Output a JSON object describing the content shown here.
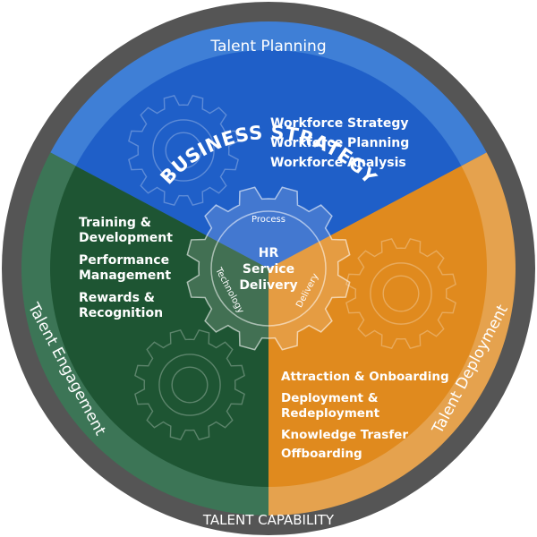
{
  "outer_ring": {
    "top_label": "BUSINESS STRATEGY",
    "bottom_label": "TALENT CAPABILITY",
    "color": "#555555"
  },
  "sectors": {
    "planning": {
      "name": "Talent Planning",
      "color": "#1F5FC8",
      "band_color": "#3F7FD6",
      "items": [
        "Workforce Strategy",
        "Workforce Planning",
        "Workforce Analysis"
      ]
    },
    "engagement": {
      "name": "Talent Engagement",
      "color": "#1E5533",
      "band_color": "#3C7556",
      "items": [
        "Training &",
        "Development",
        "Performance",
        "Management",
        "Rewards &",
        "Recognition"
      ]
    },
    "deployment": {
      "name": "Talent Deployment",
      "color": "#E08A1E",
      "band_color": "#E5A24E",
      "items": [
        "Attraction & Onboarding",
        "Deployment &",
        "Redeployment",
        "Knowledge Trasfer",
        "Offboarding"
      ]
    }
  },
  "center": {
    "lines": [
      "HR",
      "Service",
      "Delivery"
    ],
    "ring_labels": [
      "Process",
      "Technology",
      "Delivery"
    ]
  }
}
